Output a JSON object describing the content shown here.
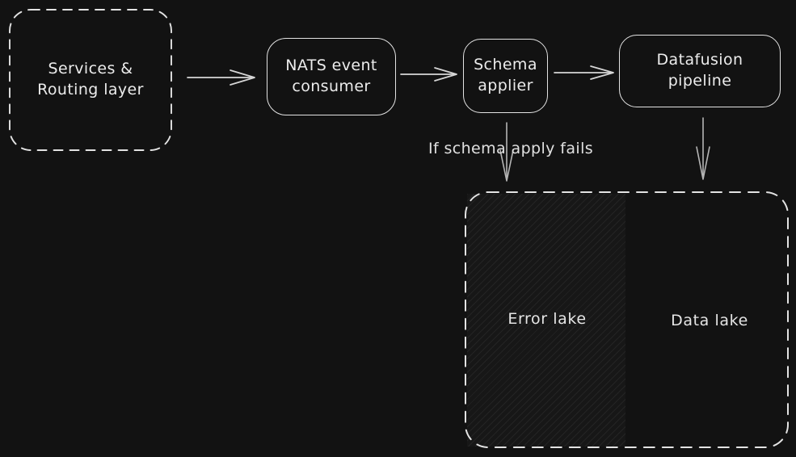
{
  "diagram": {
    "background": "#121212",
    "stroke_color": "#e3e3e3",
    "arrow_color": "#b5b5b5",
    "nodes": {
      "services": {
        "label": "Services & Routing layer",
        "shape": "dashed-rounded-rect"
      },
      "nats": {
        "label": "NATS event consumer",
        "shape": "rounded-rect"
      },
      "schema": {
        "label": "Schema applier",
        "shape": "rounded-rect"
      },
      "datafusion": {
        "label": "Datafusion pipeline",
        "shape": "rounded-rect"
      },
      "lakes": {
        "shape": "dashed-rounded-rect",
        "error_label": "Error lake",
        "data_label": "Data lake"
      }
    },
    "edges": {
      "services_to_nats": {
        "type": "arrow"
      },
      "nats_to_schema": {
        "type": "arrow"
      },
      "schema_to_datafusion": {
        "type": "arrow"
      },
      "schema_to_error_lake": {
        "type": "arrow",
        "label": "If schema apply fails"
      },
      "datafusion_to_data_lake": {
        "type": "arrow"
      }
    }
  }
}
